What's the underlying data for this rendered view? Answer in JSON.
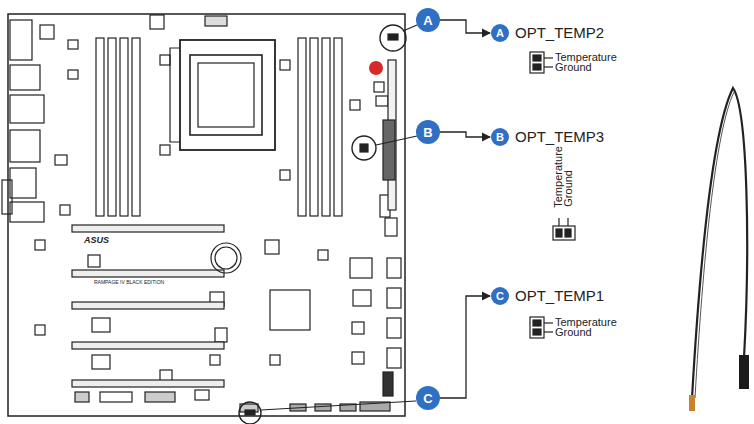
{
  "diagram": {
    "nodes": [
      {
        "text": [
          "A"
        ]
      },
      {
        "text": [
          "A",
          "OPT_TEMP2"
        ]
      },
      {
        "text": [
          "B"
        ]
      },
      {
        "text": [
          "B",
          "OPT_TEMP3"
        ]
      },
      {
        "text": [
          "C"
        ]
      },
      {
        "text": [
          "C",
          "OPT_TEMP1"
        ]
      }
    ],
    "edges": [
      {
        "from": 0,
        "to": 1,
        "arrow": "to"
      },
      {
        "from": 2,
        "to": 3,
        "arrow": "to"
      },
      {
        "from": 4,
        "to": 5,
        "arrow": "to"
      }
    ],
    "labels": [
      "ASUS",
      "RAMPAGE IV BLACK EDITION",
      "Temperature",
      "Ground",
      "Temperature",
      "Ground",
      "Temperature",
      "Ground"
    ]
  }
}
